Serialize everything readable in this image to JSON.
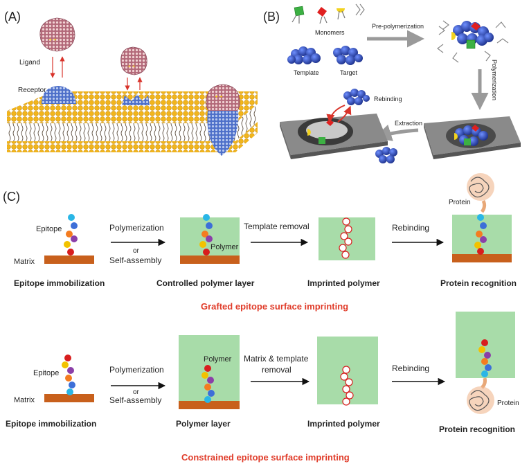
{
  "panels": {
    "a": {
      "tag": "(A)",
      "ligand": "Ligand",
      "receptor": "Receptor"
    },
    "b": {
      "tag": "(B)",
      "monomers": "Monomers",
      "template": "Template",
      "target": "Target",
      "prepolymerization": "Pre-polymerization",
      "polymerization": "Polymerization",
      "extraction": "Extraction",
      "rebinding": "Rebinding"
    },
    "c": {
      "tag": "(C)",
      "grafted": {
        "epitope": "Epitope",
        "matrix": "Matrix",
        "step1": "Polymerization",
        "or": "or",
        "step1b": "Self-assembly",
        "polymer": "Polymer",
        "step2": "Template removal",
        "step3": "Rebinding",
        "protein": "Protein",
        "cap1": "Epitope immobilization",
        "cap2": "Controlled polymer layer",
        "cap3": "Imprinted polymer",
        "cap4": "Protein recognition",
        "title": "Grafted epitope surface imprinting"
      },
      "constrained": {
        "epitope": "Epitope",
        "matrix": "Matrix",
        "step1": "Polymerization",
        "or": "or",
        "step1b": "Self-assembly",
        "polymer": "Polymer",
        "step2a": "Matrix & template",
        "step2b": "removal",
        "step3": "Rebinding",
        "protein": "Protein",
        "cap1": "Epitope immobilization",
        "cap2": "Polymer layer",
        "cap3": "Imprinted polymer",
        "cap4": "Protein recognition",
        "title": "Constrained epitope surface imprinting"
      }
    }
  },
  "colors": {
    "membrane_head": "#f2b51b",
    "polymer_box": "#a8dca9",
    "matrix_bar": "#c8601c",
    "protein": "#e8a878",
    "template_blue": "#2a4fb8",
    "accent_red": "#e03c2a",
    "epitope_beads": [
      "#d81e1e",
      "#f2c200",
      "#8b3fa8",
      "#f47c20",
      "#3d6fd8",
      "#29b6e6"
    ]
  }
}
